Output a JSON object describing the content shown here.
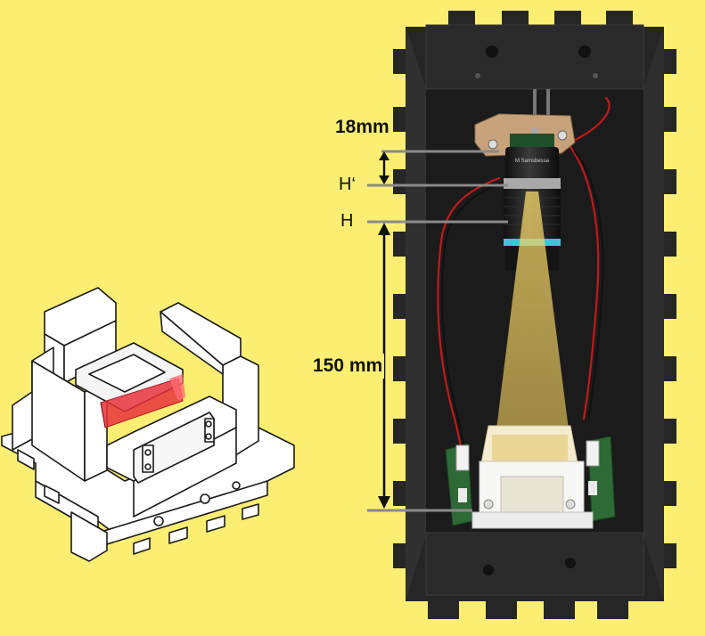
{
  "annotations": {
    "gap_top": "18mm",
    "h_prime": "H‘",
    "h": "H",
    "distance": "150 mm"
  },
  "colors": {
    "background": "#fbee73",
    "box": "#2b2b2b",
    "beam": "#e5c75a",
    "highlight": "#e8323c",
    "leader_line": "#8a8a8a"
  }
}
